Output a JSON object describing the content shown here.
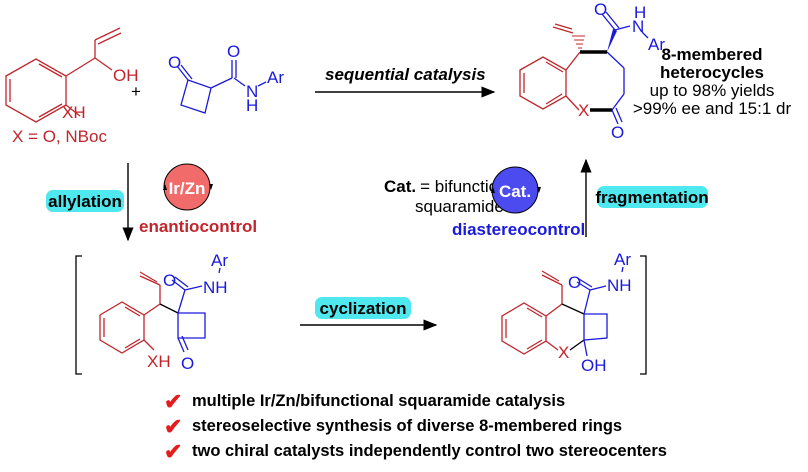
{
  "reactants": {
    "allyl_alcohol": {
      "labels": {
        "oh": "OH",
        "xh": "XH"
      },
      "x_definition": "X = O, NBoc"
    },
    "plus": "+",
    "cyclobutanone_amide": {
      "labels": {
        "o_ring": "O",
        "o_amide": "O",
        "n": "N",
        "h": "H",
        "ar": "Ar"
      }
    }
  },
  "top_arrow": {
    "label": "sequential catalysis"
  },
  "product": {
    "labels": {
      "o_amide": "O",
      "n": "N",
      "h": "H",
      "ar": "Ar",
      "x": "X",
      "o_lactone": "O"
    },
    "summary": {
      "title_line1": "8-membered",
      "title_line2": "heterocycles",
      "yield": "up to 98% yields",
      "selectivity": ">99% ee and 15:1 dr"
    }
  },
  "step_allylation": {
    "label": "allylation",
    "catalyst": "Ir/Zn",
    "control": "enantiocontrol",
    "catalyst_color": "#f26b6b",
    "control_color": "#c0262b"
  },
  "step_fragmentation": {
    "label": "fragmentation",
    "catalyst": "Cat.",
    "catalyst_definition_prefix": "Cat.",
    "catalyst_definition_line1": "= bifunctional",
    "catalyst_definition_line2": "squaramide",
    "control": "diastereocontrol",
    "catalyst_color": "#4b4bef",
    "control_color": "#1a1adb"
  },
  "step_cyclization": {
    "label": "cyclization"
  },
  "intermediate_1": {
    "labels": {
      "o_amide": "O",
      "nh": "NH",
      "ar": "Ar",
      "xh": "XH",
      "o_ketone": "O"
    }
  },
  "intermediate_2": {
    "labels": {
      "o_amide": "O",
      "nh": "NH",
      "ar": "Ar",
      "x": "X",
      "oh": "OH"
    }
  },
  "highlights": [
    "multiple Ir/Zn/bifunctional squaramide catalysis",
    "stereoselective synthesis of diverse 8-membered rings",
    "two chiral catalysts independently control two stereocenters"
  ],
  "colors": {
    "substrate_red": "#c0262b",
    "reagent_blue": "#1a1adb",
    "pill_cyan": "#4ee8ee",
    "check_red": "#e41c1c"
  }
}
